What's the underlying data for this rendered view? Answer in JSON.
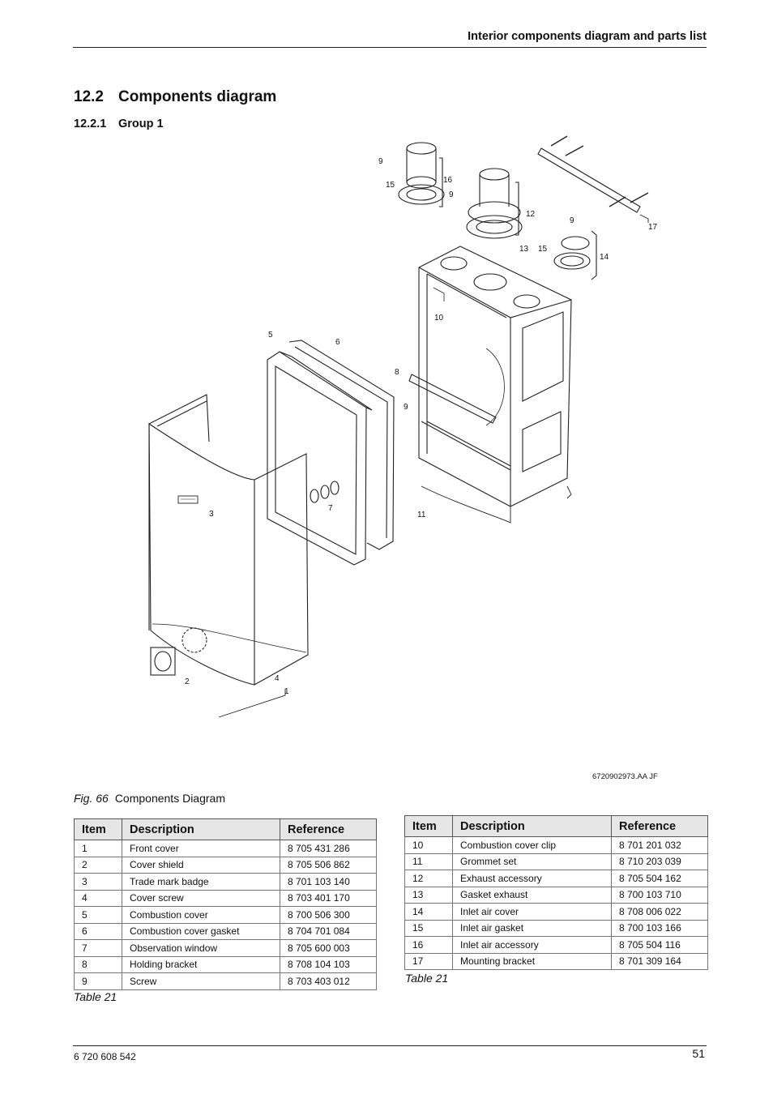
{
  "header": {
    "title": "Interior components diagram and parts list"
  },
  "section": {
    "number": "12.2",
    "title": "Components diagram"
  },
  "subsection": {
    "number": "12.2.1",
    "title": "Group 1"
  },
  "figure": {
    "reference_code": "6720902973.AA JF",
    "caption_label": "Fig. 66",
    "caption_text": "Components Diagram",
    "callouts": [
      "1",
      "2",
      "3",
      "4",
      "5",
      "6",
      "7",
      "8",
      "9",
      "9",
      "9",
      "9",
      "10",
      "11",
      "12",
      "13",
      "14",
      "15",
      "15",
      "16",
      "17"
    ]
  },
  "tables": {
    "headers": {
      "item": "Item",
      "description": "Description",
      "reference": "Reference"
    },
    "left": {
      "caption": "Table 21",
      "rows": [
        {
          "item": "1",
          "description": "Front cover",
          "reference": "8 705 431 286"
        },
        {
          "item": "2",
          "description": "Cover shield",
          "reference": "8 705 506 862"
        },
        {
          "item": "3",
          "description": "Trade mark badge",
          "reference": "8 701 103 140"
        },
        {
          "item": "4",
          "description": "Cover screw",
          "reference": "8 703 401 170"
        },
        {
          "item": "5",
          "description": "Combustion cover",
          "reference": "8 700 506 300"
        },
        {
          "item": "6",
          "description": "Combustion cover gasket",
          "reference": "8 704 701 084"
        },
        {
          "item": "7",
          "description": "Observation window",
          "reference": "8 705 600 003"
        },
        {
          "item": "8",
          "description": "Holding bracket",
          "reference": "8 708 104 103"
        },
        {
          "item": "9",
          "description": "Screw",
          "reference": "8 703 403 012"
        }
      ]
    },
    "right": {
      "caption": "Table 21",
      "rows": [
        {
          "item": "10",
          "description": "Combustion cover clip",
          "reference": "8 701 201 032"
        },
        {
          "item": "11",
          "description": "Grommet set",
          "reference": "8 710 203 039"
        },
        {
          "item": "12",
          "description": "Exhaust accessory",
          "reference": "8 705 504 162"
        },
        {
          "item": "13",
          "description": "Gasket exhaust",
          "reference": "8 700 103 710"
        },
        {
          "item": "14",
          "description": "Inlet air cover",
          "reference": "8 708 006 022"
        },
        {
          "item": "15",
          "description": "Inlet air gasket",
          "reference": "8 700 103 166"
        },
        {
          "item": "16",
          "description": "Inlet air accessory",
          "reference": "8 705 504 116"
        },
        {
          "item": "17",
          "description": "Mounting bracket",
          "reference": "8 701 309 164"
        }
      ]
    }
  },
  "footer": {
    "document_code": "6 720 608 542",
    "page_number": "51"
  }
}
